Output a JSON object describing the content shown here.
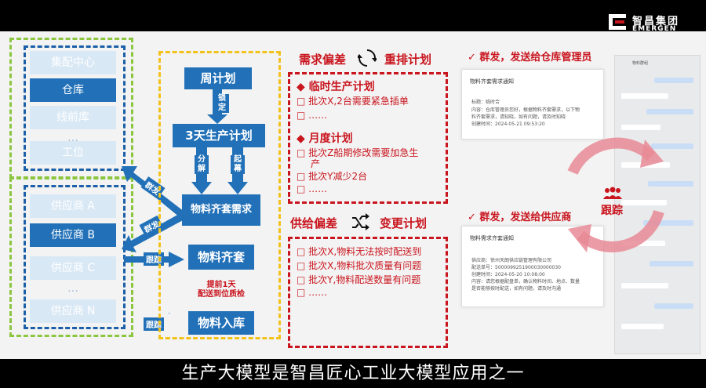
{
  "logo": {
    "cn": "智昌集团",
    "en": "EMERGEN"
  },
  "subtitle": "生产大模型是智昌匠心工业大模型应用之一",
  "left_top_boxes": [
    "集配中心",
    "仓库",
    "线前库",
    "…",
    "工位"
  ],
  "left_bottom_boxes": [
    "供应商 A",
    "供应商 B",
    "供应商 C",
    "…",
    "供应商 N"
  ],
  "flow": {
    "weekly_plan": "周计划",
    "lock": "锁定",
    "three_day_plan": "3天生产计划",
    "decompose": "分解",
    "pull": "起幕",
    "material_demand": "物料齐套需求",
    "material_complete": "物料齐套",
    "material_inbound": "物料入库",
    "advance_note": "提前1天\n配送到位质检",
    "arrow_group1": "群发",
    "arrow_group2": "群发",
    "arrow_track1": "跟踪",
    "arrow_track2": "跟踪"
  },
  "demand": {
    "title_left": "需求偏差",
    "title_right": "重排计划",
    "temp_title": "临时生产计划",
    "temp_items": [
      "批次X,2台需要紧急插单",
      "……"
    ],
    "monthly_title": "月度计划",
    "monthly_items": [
      "批次Z船期修改需要加急生",
      "产",
      "批次Y减少2台",
      "……"
    ]
  },
  "supply": {
    "title_left": "供给偏差",
    "title_right": "变更计划",
    "items": [
      "批次X,物料无法按时配送到",
      "批次X,物料批次质量有问题",
      "批次Y,物料配送数量有问题",
      "……"
    ]
  },
  "right": {
    "send_warehouse": "群发，发送给仓库管理员",
    "send_supplier": "群发，发送给供应商",
    "track": "跟踪",
    "card1": {
      "title": "物料齐套需求通知",
      "lines": [
        "标题：临时合",
        "内容：仓库管理员您好，根据物料齐套需求，以下物",
        "料齐套需求，请知晓，如有问题，请及时知晓",
        "创建时间：2024-05-21 09:53:20"
      ]
    },
    "card2": {
      "title": "物料需求齐套通知",
      "lines": [
        "供应商：徐州天朗供应链管理有限公司",
        "配送单号：5000099251900030000030",
        "创建时间：2024-05-20 10:08:00",
        "内容：请您根据配盘单，确认物料时间、地点、数量",
        "是否能够按时配送，如有问题，请及时沟通"
      ]
    },
    "chat_header": "物料群组"
  },
  "colors": {
    "blue": "#2271b8",
    "red": "#c9151e",
    "green": "#8cc63f",
    "yellow": "#f2c21b"
  }
}
